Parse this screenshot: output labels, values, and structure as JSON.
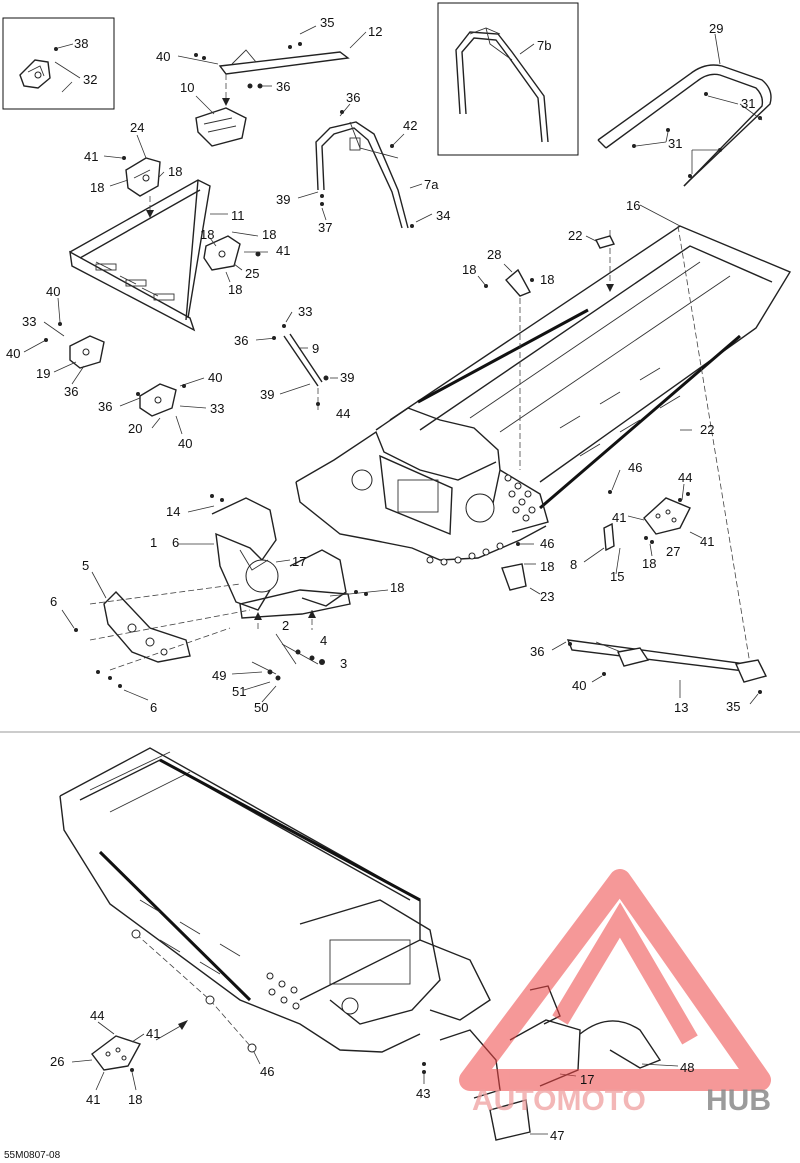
{
  "drawing_code": "55M0807-08",
  "watermark": {
    "text_primary": "AUTOMOTO",
    "text_secondary": "HUB",
    "color_primary": "#f0a0a0",
    "color_secondary": "#8a8a8a",
    "accent": "#ee4444"
  },
  "callouts": {
    "c38": "38",
    "c32": "32",
    "c35a": "35",
    "c12": "12",
    "c40a": "40",
    "c10": "10",
    "c36a": "36",
    "c7b": "7b",
    "c29": "29",
    "c31a": "31",
    "c31b": "31",
    "c24": "24",
    "c41a": "41",
    "c18a": "18",
    "c18b": "18",
    "c11": "11",
    "c18c": "18",
    "c18d": "18",
    "c41b": "41",
    "c25": "25",
    "c18e": "18",
    "c36b": "36",
    "c42": "42",
    "c7a": "7a",
    "c39a": "39",
    "c37": "37",
    "c34": "34",
    "c16": "16",
    "c22a": "22",
    "c28": "28",
    "c18f": "18",
    "c18g": "18",
    "c40b": "40",
    "c33a": "33",
    "c40c": "40",
    "c19": "19",
    "c36c": "36",
    "c33b": "33",
    "c36d": "36",
    "c9": "9",
    "c39b": "39",
    "c39c": "39",
    "c44a": "44",
    "c40d": "40",
    "c36e": "36",
    "c33c": "33",
    "c20": "20",
    "c40e": "40",
    "c22b": "22",
    "c46a": "46",
    "c44b": "44",
    "c14": "14",
    "c1": "1",
    "c6a": "6",
    "c17a": "17",
    "c41c": "41",
    "c27": "27",
    "c41d": "41",
    "c18h": "18",
    "c46b": "46",
    "c8": "8",
    "c15": "15",
    "c18i": "18",
    "c23": "23",
    "c5": "5",
    "c6b": "6",
    "c18j": "18",
    "c2": "2",
    "c4": "4",
    "c3": "3",
    "c49": "49",
    "c51": "51",
    "c50": "50",
    "c6c": "6",
    "c36f": "36",
    "c40f": "40",
    "c13": "13",
    "c35b": "35",
    "c44c": "44",
    "c41e": "41",
    "c26": "26",
    "c41f": "41",
    "c18k": "18",
    "c46c": "46",
    "c43": "43",
    "c17b": "17",
    "c48": "48",
    "c47": "47"
  }
}
